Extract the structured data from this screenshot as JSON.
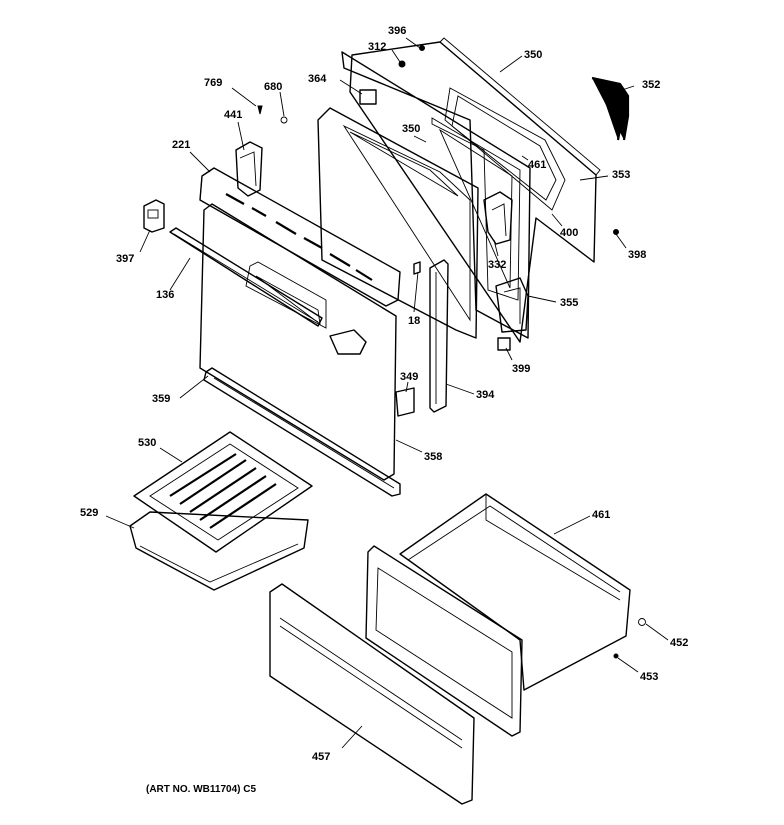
{
  "labels": {
    "l396": "396",
    "l312": "312",
    "l350a": "350",
    "l352": "352",
    "l769": "769",
    "l680": "680",
    "l364": "364",
    "l441": "441",
    "l350b": "350",
    "l461a": "461",
    "l353": "353",
    "l221": "221",
    "l400": "400",
    "l397": "397",
    "l398": "398",
    "l332": "332",
    "l136": "136",
    "l18": "18",
    "l355": "355",
    "l399": "399",
    "l349": "349",
    "l359": "359",
    "l394": "394",
    "l358": "358",
    "l530": "530",
    "l529": "529",
    "l461b": "461",
    "l452": "452",
    "l453": "453",
    "l457": "457"
  },
  "caption": "(ART NO. WB11704) C5"
}
